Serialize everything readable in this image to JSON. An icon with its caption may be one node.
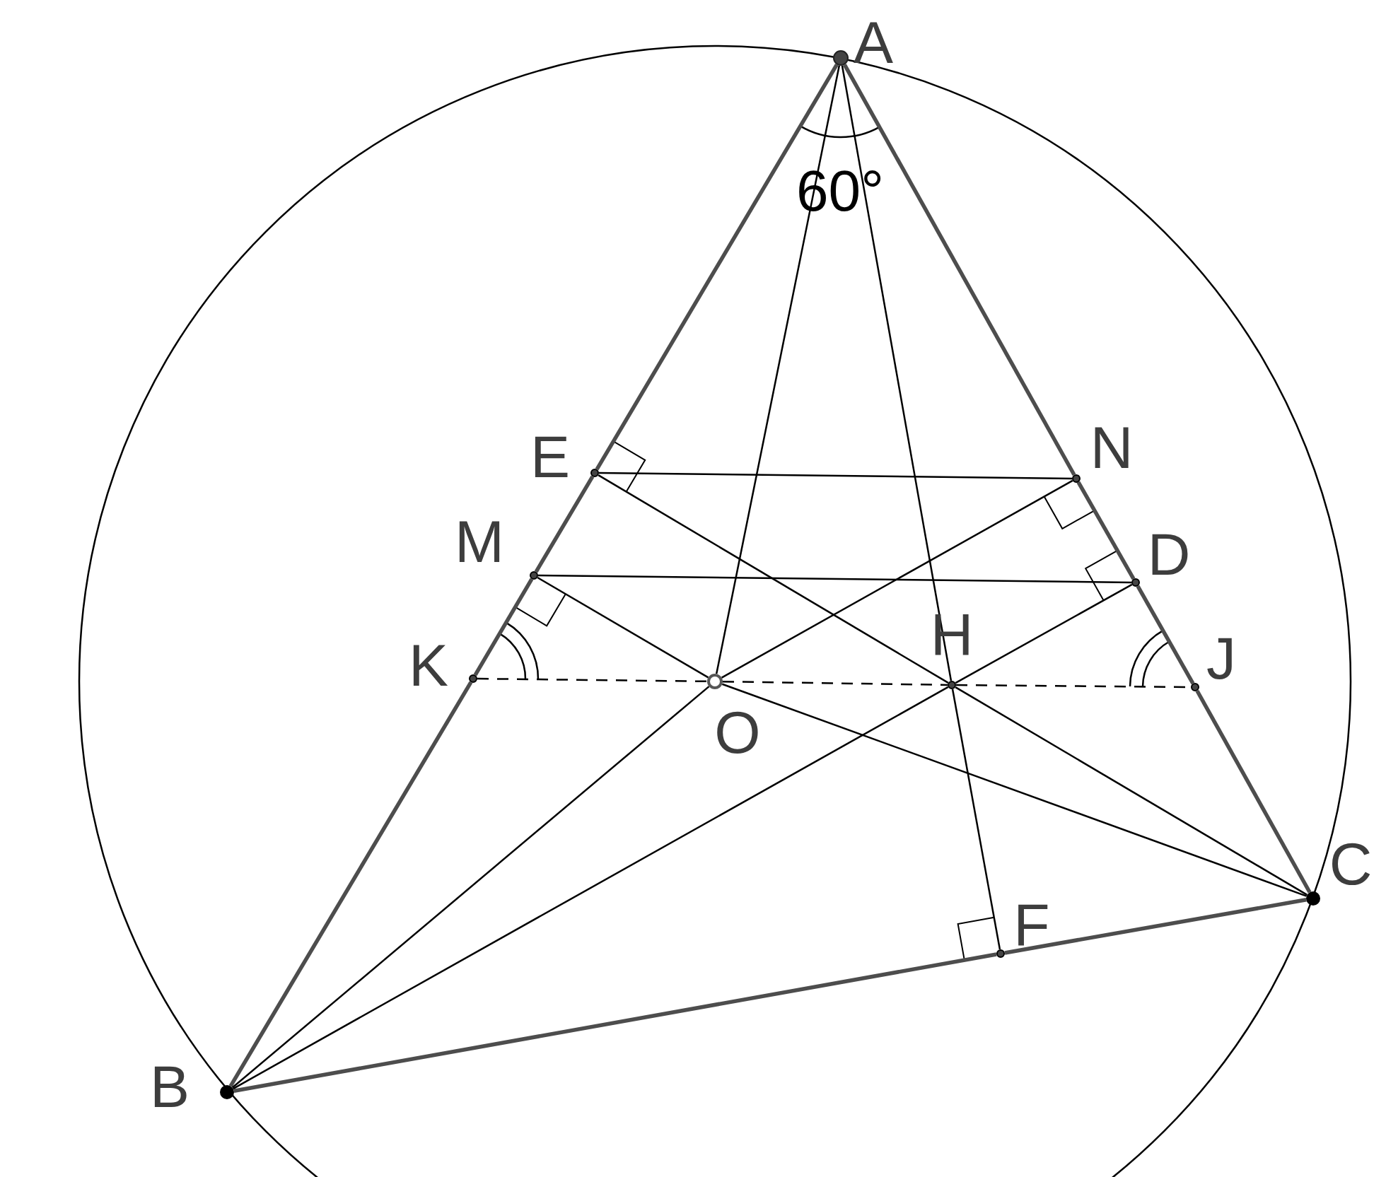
{
  "diagram": {
    "nodes": [
      {
        "text": [
          "A"
        ]
      },
      {
        "text": [
          "B"
        ]
      },
      {
        "text": [
          "C"
        ]
      },
      {
        "text": [
          "E"
        ]
      },
      {
        "text": [
          "N"
        ]
      },
      {
        "text": [
          "M"
        ]
      },
      {
        "text": [
          "D"
        ]
      },
      {
        "text": [
          "K"
        ]
      },
      {
        "text": [
          "J"
        ]
      },
      {
        "text": [
          "O"
        ]
      },
      {
        "text": [
          "H"
        ]
      },
      {
        "text": [
          "F"
        ]
      }
    ],
    "edges": [
      {
        "from": 0,
        "to": 3,
        "arrow": "none",
        "style": "thick"
      },
      {
        "from": 3,
        "to": 5,
        "arrow": "none",
        "style": "thick"
      },
      {
        "from": 5,
        "to": 7,
        "arrow": "none",
        "style": "thick"
      },
      {
        "from": 7,
        "to": 1,
        "arrow": "none",
        "style": "thick"
      },
      {
        "from": 0,
        "to": 4,
        "arrow": "none",
        "style": "thick"
      },
      {
        "from": 4,
        "to": 6,
        "arrow": "none",
        "style": "thick"
      },
      {
        "from": 6,
        "to": 8,
        "arrow": "none",
        "style": "thick"
      },
      {
        "from": 8,
        "to": 2,
        "arrow": "none",
        "style": "thick"
      },
      {
        "from": 1,
        "to": 11,
        "arrow": "none",
        "style": "thick"
      },
      {
        "from": 11,
        "to": 2,
        "arrow": "none",
        "style": "thick"
      },
      {
        "from": 0,
        "to": 9,
        "arrow": "none"
      },
      {
        "from": 0,
        "to": 10,
        "arrow": "none"
      },
      {
        "from": 10,
        "to": 11,
        "arrow": "none"
      },
      {
        "from": 3,
        "to": 4,
        "arrow": "none"
      },
      {
        "from": 5,
        "to": 6,
        "arrow": "none"
      },
      {
        "from": 3,
        "to": 10,
        "arrow": "none"
      },
      {
        "from": 10,
        "to": 2,
        "arrow": "none"
      },
      {
        "from": 4,
        "to": 9,
        "arrow": "none"
      },
      {
        "from": 5,
        "to": 9,
        "arrow": "none"
      },
      {
        "from": 1,
        "to": 10,
        "arrow": "none"
      },
      {
        "from": 10,
        "to": 6,
        "arrow": "none"
      },
      {
        "from": 9,
        "to": 1,
        "arrow": "none"
      },
      {
        "from": 9,
        "to": 2,
        "arrow": "none"
      },
      {
        "from": 7,
        "to": 9,
        "arrow": "none",
        "style": "dashed"
      },
      {
        "from": 9,
        "to": 10,
        "arrow": "none",
        "style": "dashed"
      },
      {
        "from": 10,
        "to": 8,
        "arrow": "none",
        "style": "dashed"
      }
    ],
    "labels": [
      "60°"
    ]
  }
}
